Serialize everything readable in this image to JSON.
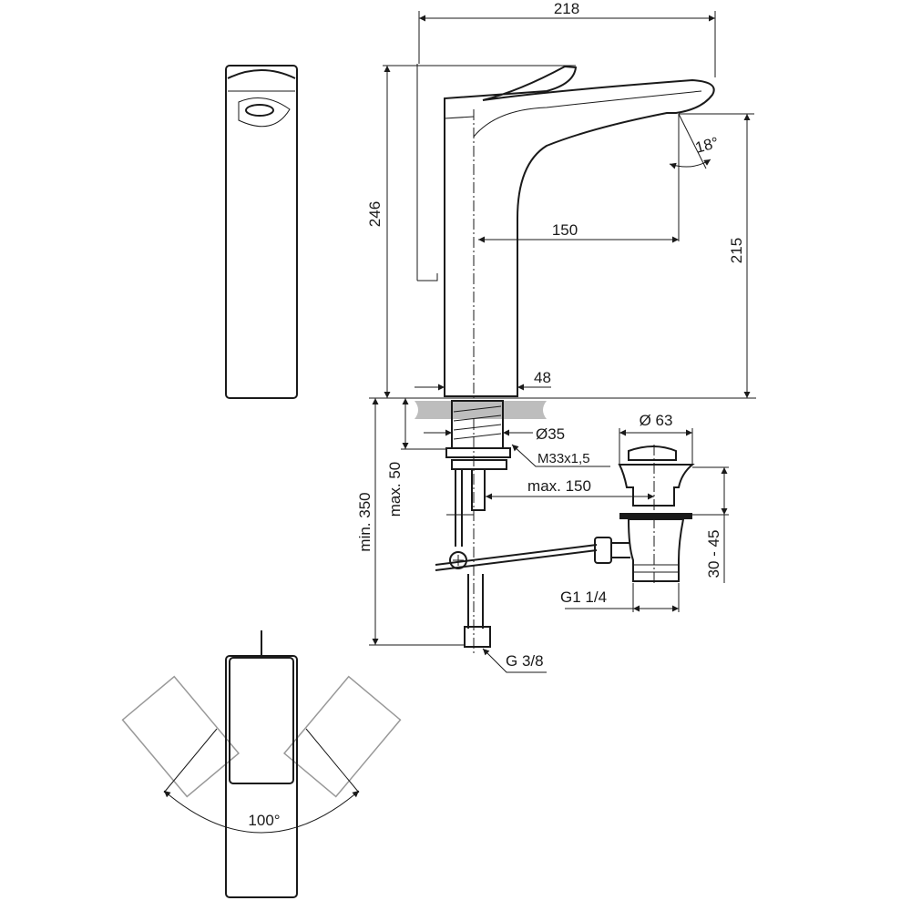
{
  "drawing": {
    "dimensions": {
      "width_total": "218",
      "height_total": "246",
      "spout_height": "215",
      "spout_reach": "150",
      "body_width": "48",
      "spray_angle": "18°",
      "shank_diameter": "Ø35",
      "thread": "M33x1,5",
      "min_height": "min. 350",
      "max_deck": "max. 50",
      "max_waste_dist": "max. 150",
      "waste_diameter": "Ø 63",
      "waste_range": "30 - 45",
      "waste_thread": "G1 1/4",
      "supply_thread": "G 3/8",
      "lever_angle": "100°"
    },
    "colors": {
      "line": "#1a1a1a",
      "counter": "#bdbdbd",
      "ghost": "#999999"
    }
  }
}
